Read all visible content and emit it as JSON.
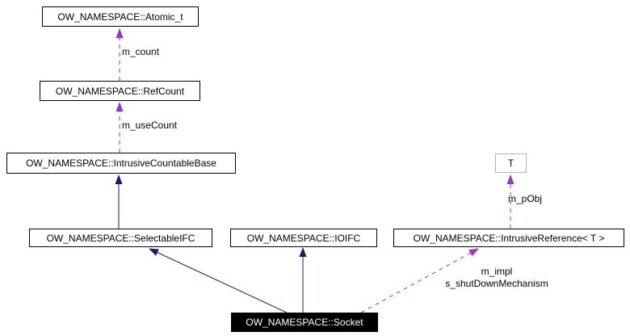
{
  "diagram": {
    "type": "uml-collaboration-graph",
    "nodes": {
      "atomic": {
        "label": "OW_NAMESPACE::Atomic_t"
      },
      "refcount": {
        "label": "OW_NAMESPACE::RefCount"
      },
      "intrusive_countable_base": {
        "label": "OW_NAMESPACE::IntrusiveCountableBase"
      },
      "selectable_ifc": {
        "label": "OW_NAMESPACE::SelectableIFC"
      },
      "ioifc": {
        "label": "OW_NAMESPACE::IOIFC"
      },
      "intrusive_reference": {
        "label": "OW_NAMESPACE::IntrusiveReference< T >"
      },
      "template_param": {
        "label": "T"
      },
      "socket": {
        "label": "OW_NAMESPACE::Socket"
      }
    },
    "edges": [
      {
        "from": "OW_NAMESPACE::RefCount",
        "to": "OW_NAMESPACE::Atomic_t",
        "style": "dashed",
        "kind": "usage",
        "label": "m_count"
      },
      {
        "from": "OW_NAMESPACE::IntrusiveCountableBase",
        "to": "OW_NAMESPACE::RefCount",
        "style": "dashed",
        "kind": "usage",
        "label": "m_useCount"
      },
      {
        "from": "OW_NAMESPACE::SelectableIFC",
        "to": "OW_NAMESPACE::IntrusiveCountableBase",
        "style": "solid",
        "kind": "inheritance",
        "label": ""
      },
      {
        "from": "OW_NAMESPACE::Socket",
        "to": "OW_NAMESPACE::SelectableIFC",
        "style": "solid",
        "kind": "inheritance",
        "label": ""
      },
      {
        "from": "OW_NAMESPACE::Socket",
        "to": "OW_NAMESPACE::IOIFC",
        "style": "solid",
        "kind": "inheritance",
        "label": ""
      },
      {
        "from": "OW_NAMESPACE::Socket",
        "to": "OW_NAMESPACE::IntrusiveReference< T >",
        "style": "dashed",
        "kind": "usage",
        "labels": [
          "m_impl",
          "s_shutDownMechanism"
        ]
      },
      {
        "from": "OW_NAMESPACE::IntrusiveReference< T >",
        "to": "T",
        "style": "dashed",
        "kind": "usage",
        "label": "m_pObj"
      }
    ],
    "colors": {
      "inheritance": "#191970",
      "usage": "#9932cc",
      "node_border": "#000000",
      "template_border": "#b4b4b4",
      "current_node_bg": "#000000",
      "current_node_text": "#ffffff"
    }
  }
}
